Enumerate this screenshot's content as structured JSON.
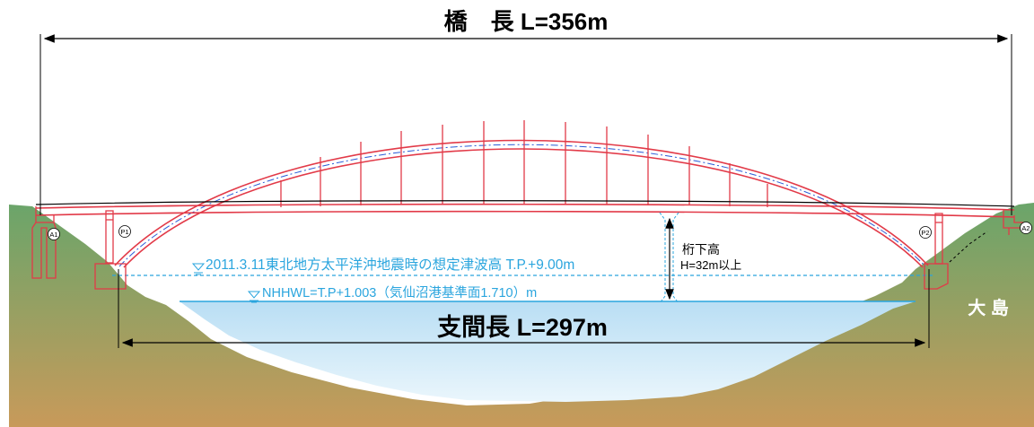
{
  "title": {
    "label": "橋　長 L=356m"
  },
  "span": {
    "label": "支間長 L=297m"
  },
  "clearance": {
    "label_line1": "桁下高",
    "label_line2": "H=32m以上"
  },
  "water_levels": {
    "tsunami": "2011.3.11東北地方太平洋沖地震時の想定津波高 T.P.+9.00m",
    "nhhwl": "NHHWL=T.P+1.003（気仙沼港基準面1.710）m"
  },
  "supports": {
    "a1": "A1",
    "p1": "P1",
    "p2": "P2",
    "a2": "A2"
  },
  "island": {
    "label": "大 島"
  },
  "colors": {
    "ground_top": "#6aa56a",
    "ground_bottom": "#c89a5a",
    "water_top": "#b9def4",
    "water_bottom": "#eaf6fc",
    "bridge": "#e23a48",
    "water_line": "#2aa5de",
    "dim_line": "#000000",
    "island_text": "#ffffff"
  }
}
